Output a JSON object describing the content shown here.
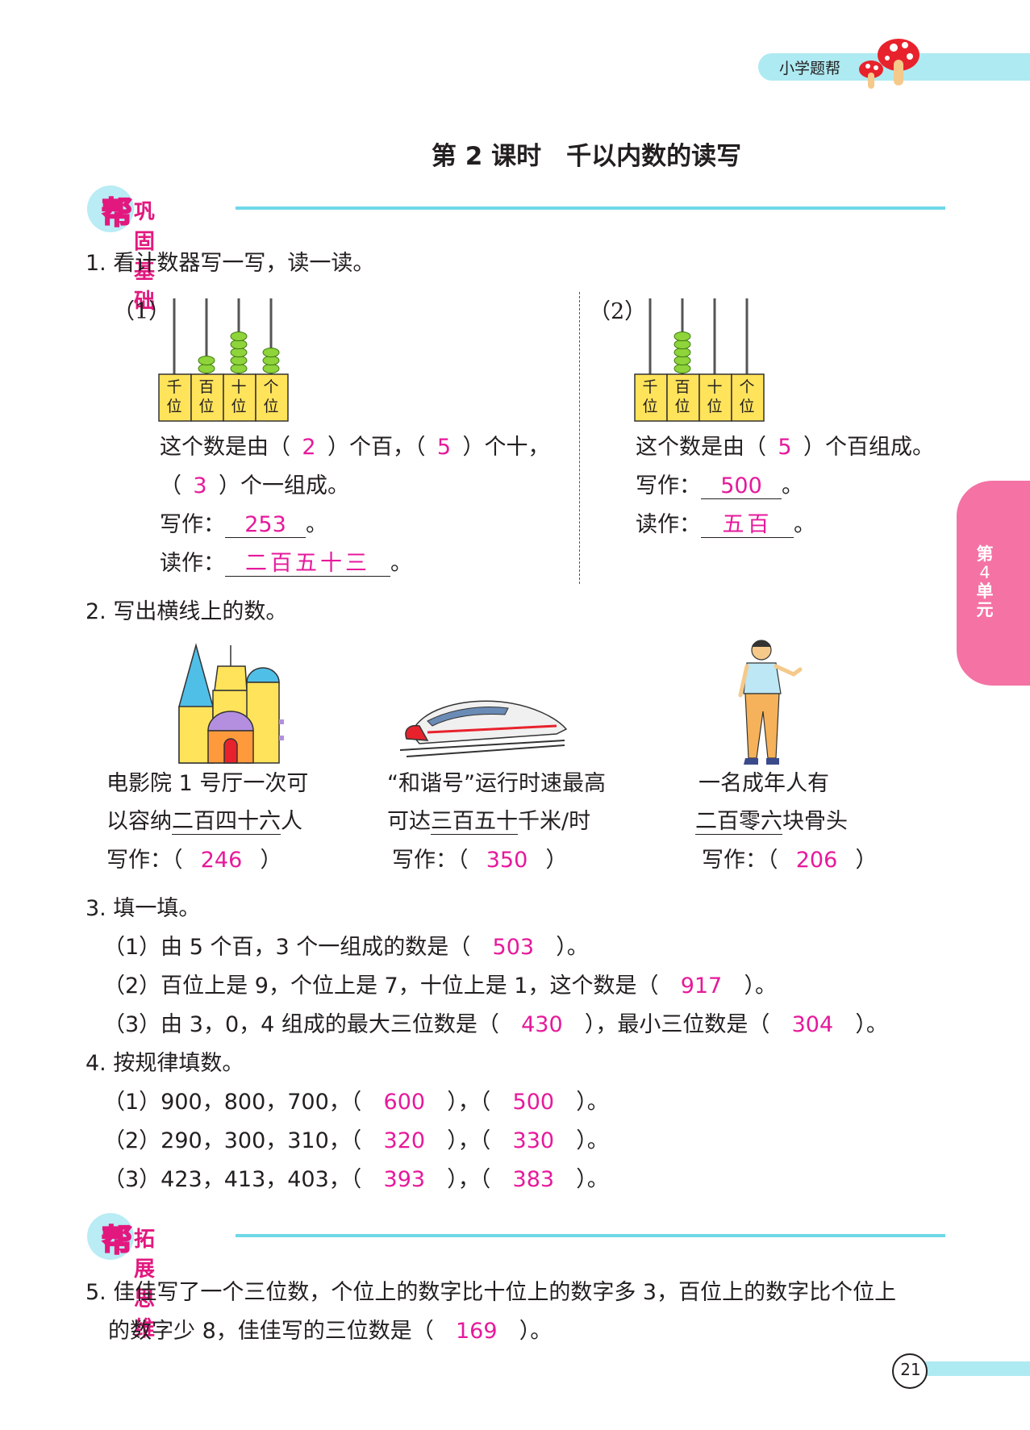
{
  "header": {
    "brand": "小学题帮",
    "lesson_title": "第 2 课时　千以内数的读写",
    "unit_tab": [
      "第",
      "4",
      "单",
      "元"
    ],
    "page_number": "21"
  },
  "sections": {
    "basic": {
      "badge": "帮",
      "title": "巩固基础"
    },
    "extend": {
      "badge": "帮",
      "title": "拓展思维"
    }
  },
  "q1": {
    "prompt": "1. 看计数器写一写，读一读。",
    "abacus_labels": [
      [
        "千",
        "位"
      ],
      [
        "百",
        "位"
      ],
      [
        "十",
        "位"
      ],
      [
        "个",
        "位"
      ]
    ],
    "part1": {
      "label": "（1）",
      "beads": [
        0,
        2,
        5,
        3
      ],
      "line1_a": "这个数是由（",
      "hundreds": "2",
      "line1_b": "）个百，（",
      "tens": "5",
      "line1_c": "）个十，",
      "line2_a": "（",
      "ones": "3",
      "line2_b": "）个一组成。",
      "write_label": "写作：",
      "write": "253",
      "write_end": "。",
      "read_label": "读作：",
      "read": "二百五十三",
      "read_end": "。"
    },
    "part2": {
      "label": "（2）",
      "beads": [
        0,
        5,
        0,
        0
      ],
      "line1_a": "这个数是由（",
      "hundreds": "5",
      "line1_b": "）个百组成。",
      "write_label": "写作：",
      "write": "500",
      "write_end": "。",
      "read_label": "读作：",
      "read": "五百",
      "read_end": "。"
    }
  },
  "q2": {
    "prompt": "2. 写出横线上的数。",
    "items": [
      {
        "line1": "电影院 1 号厅一次可",
        "line2_pre": "以容纳",
        "line2_u": "二百四十六",
        "line2_post": "人",
        "write_label": "写作：（",
        "answer": "246",
        "close": "）"
      },
      {
        "line1": "“和谐号”运行时速最高",
        "line2_pre": "可达",
        "line2_u": "三百五十",
        "line2_post": "千米/时",
        "write_label": "写作：（",
        "answer": "350",
        "close": "）"
      },
      {
        "line1": "一名成年人有",
        "line2_pre": "",
        "line2_u": "二百零六",
        "line2_post": "块骨头",
        "write_label": "写作：（",
        "answer": "206",
        "close": "）"
      }
    ]
  },
  "q3": {
    "prompt": "3. 填一填。",
    "l1_a": "（1）由 5 个百，3 个一组成的数是（",
    "l1_ans": "503",
    "l1_b": "）。",
    "l2_a": "（2）百位上是 9，个位上是 7，十位上是 1，这个数是（",
    "l2_ans": "917",
    "l2_b": "）。",
    "l3_a": "（3）由 3，0，4 组成的最大三位数是（",
    "l3_ans1": "430",
    "l3_b": "），最小三位数是（",
    "l3_ans2": "304",
    "l3_c": "）。"
  },
  "q4": {
    "prompt": "4. 按规律填数。",
    "rows": [
      {
        "pre": "（1）900，800，700，（",
        "a1": "600",
        "mid": "），（",
        "a2": "500",
        "post": "）。"
      },
      {
        "pre": "（2）290，300，310，（",
        "a1": "320",
        "mid": "），（",
        "a2": "330",
        "post": "）。"
      },
      {
        "pre": "（3）423，413，403，（",
        "a1": "393",
        "mid": "），（",
        "a2": "383",
        "post": "）。"
      }
    ]
  },
  "q5": {
    "line1": "5. 佳佳写了一个三位数，个位上的数字比十位上的数字多 3，百位上的数字比个位上",
    "line2_a": "的数字少 8，佳佳写的三位数是（",
    "answer": "169",
    "line2_b": "）。"
  }
}
